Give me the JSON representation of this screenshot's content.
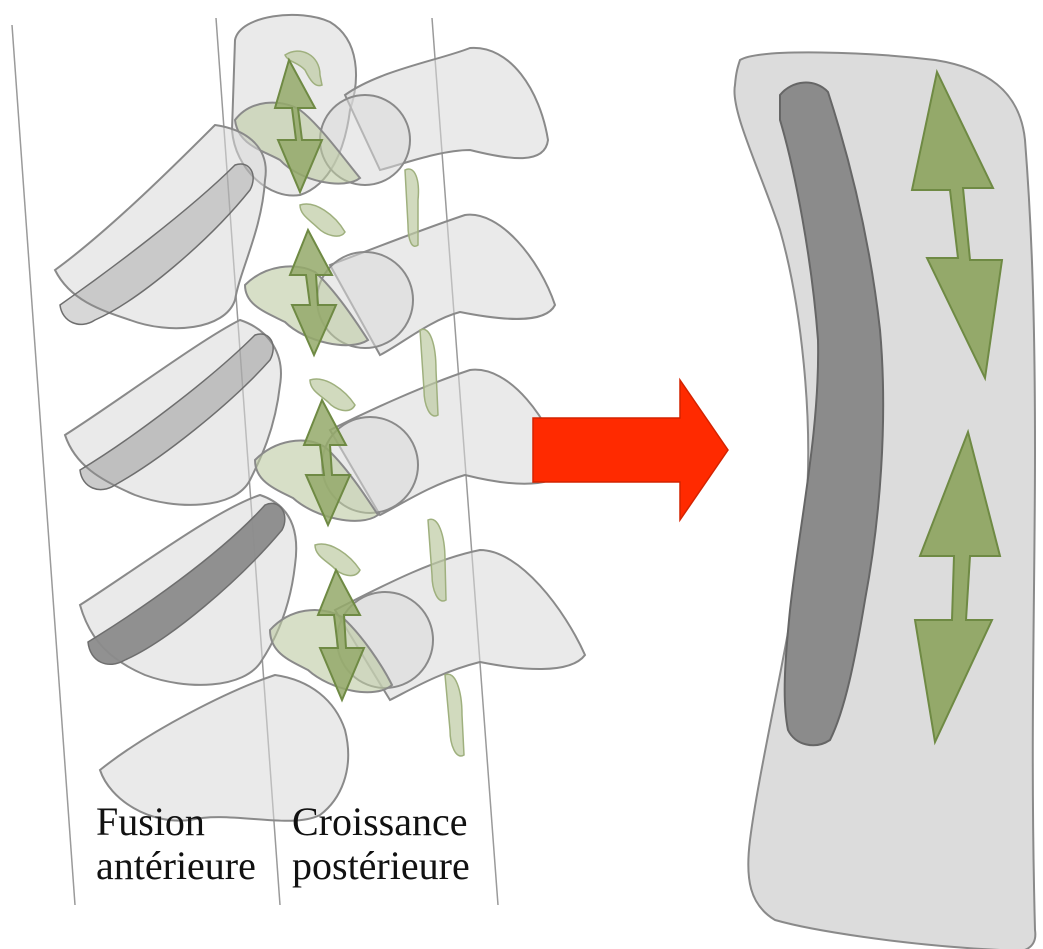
{
  "labels": {
    "anterior_fusion": [
      "Fusion",
      "antérieure"
    ],
    "posterior_growth": [
      "Croissance",
      "postérieure"
    ]
  },
  "colors": {
    "bone_fill": "#d9d9d9",
    "bone_stroke": "#8a8a8a",
    "growth_plate": "#8b8b8b",
    "growth_arrow": "#94a96a",
    "growth_arrow_stroke": "#6f8a44",
    "transition_arrow": "#ff2a00",
    "result_shape": "#dcdcdc"
  },
  "icons": {
    "growth_arrow": "double-headed-arrow-icon",
    "transition_arrow": "right-arrow-icon"
  }
}
